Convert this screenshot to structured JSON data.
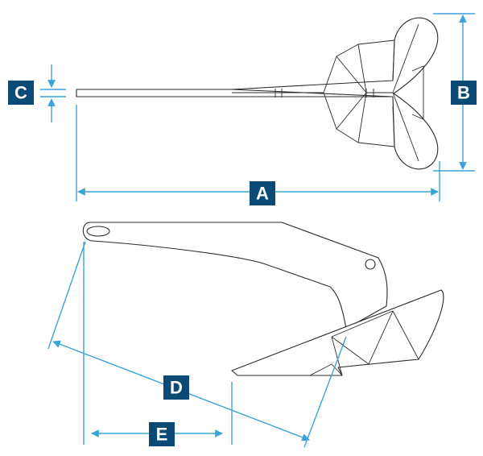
{
  "dimension_labels": {
    "a": "A",
    "b": "B",
    "c": "C",
    "d": "D",
    "e": "E"
  },
  "colors": {
    "dimension_line": "#3aa3d8",
    "label_badge": "#0b4a75",
    "outline": "#2b2b2b"
  }
}
